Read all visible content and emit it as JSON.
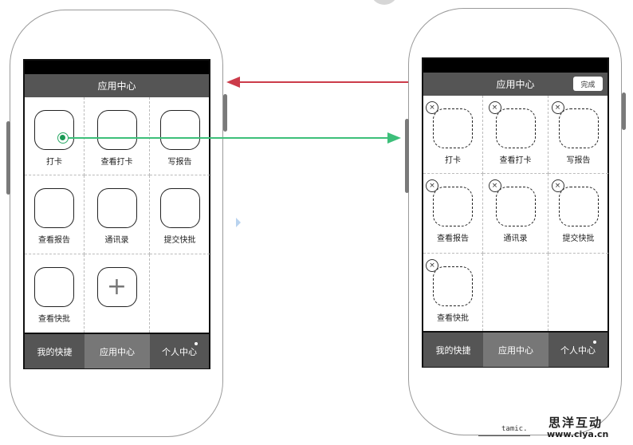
{
  "left_phone": {
    "title": "应用中心",
    "apps": [
      {
        "label": "打卡",
        "type": "app"
      },
      {
        "label": "查看打卡",
        "type": "app"
      },
      {
        "label": "写报告",
        "type": "app"
      },
      {
        "label": "查看报告",
        "type": "app"
      },
      {
        "label": "通讯录",
        "type": "app"
      },
      {
        "label": "提交快批",
        "type": "app"
      },
      {
        "label": "查看快批",
        "type": "app"
      },
      {
        "label": "",
        "type": "add",
        "glyph": "+"
      },
      {
        "label": "",
        "type": "empty"
      }
    ],
    "tabs": [
      {
        "label": "我的快捷",
        "active": false
      },
      {
        "label": "应用中心",
        "active": true
      },
      {
        "label": "个人中心",
        "active": false,
        "dot": true
      }
    ]
  },
  "right_phone": {
    "title": "应用中心",
    "done_label": "完成",
    "delete_glyph": "×",
    "apps": [
      {
        "label": "打卡"
      },
      {
        "label": "查看打卡"
      },
      {
        "label": "写报告"
      },
      {
        "label": "查看报告"
      },
      {
        "label": "通讯录"
      },
      {
        "label": "提交快批"
      },
      {
        "label": "查看快批"
      }
    ],
    "tabs": [
      {
        "label": "我的快捷",
        "active": false
      },
      {
        "label": "应用中心",
        "active": true
      },
      {
        "label": "个人中心",
        "active": false,
        "dot": true
      }
    ]
  },
  "connectors": {
    "long_press_arrow_color": "#3dbf7a",
    "done_arrow_color": "#cc3b4a"
  },
  "watermark": {
    "author": "tamic.",
    "brand": "思洋互动",
    "site": "www.ciya.cn"
  }
}
